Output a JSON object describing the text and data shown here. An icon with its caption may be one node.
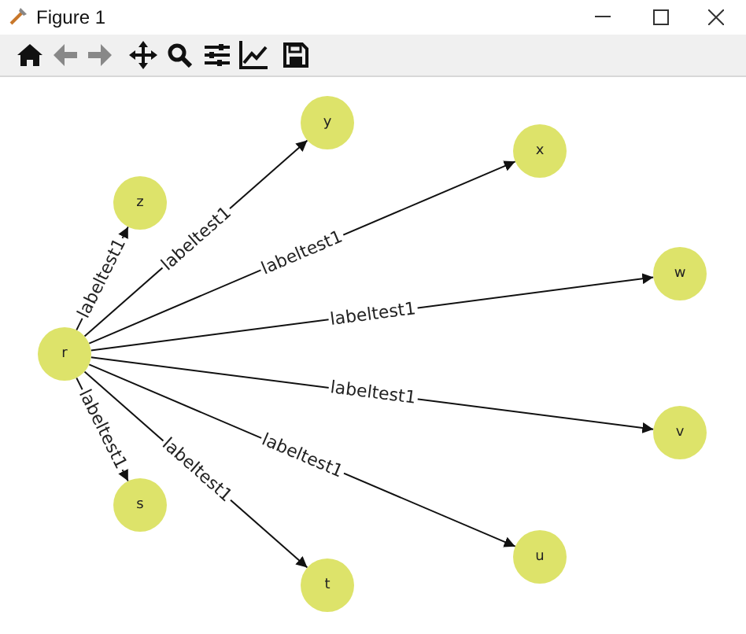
{
  "diagram": {
    "nodes": [
      {
        "text": [
          "r"
        ]
      },
      {
        "text": [
          "z"
        ]
      },
      {
        "text": [
          "y"
        ]
      },
      {
        "text": [
          "x"
        ]
      },
      {
        "text": [
          "w"
        ]
      },
      {
        "text": [
          "v"
        ]
      },
      {
        "text": [
          "u"
        ]
      },
      {
        "text": [
          "t"
        ]
      },
      {
        "text": [
          "s"
        ]
      }
    ],
    "edges": [
      {
        "from": 0,
        "to": 1,
        "arrow": "to",
        "label": "labeltest1"
      },
      {
        "from": 0,
        "to": 2,
        "arrow": "to",
        "label": "labeltest1"
      },
      {
        "from": 0,
        "to": 3,
        "arrow": "to",
        "label": "labeltest1"
      },
      {
        "from": 0,
        "to": 4,
        "arrow": "to",
        "label": "labeltest1"
      },
      {
        "from": 0,
        "to": 5,
        "arrow": "to",
        "label": "labeltest1"
      },
      {
        "from": 0,
        "to": 6,
        "arrow": "to",
        "label": "labeltest1"
      },
      {
        "from": 0,
        "to": 7,
        "arrow": "to",
        "label": "labeltest1"
      },
      {
        "from": 0,
        "to": 8,
        "arrow": "to",
        "label": "labeltest1"
      }
    ],
    "labels": [
      "Figure 1"
    ]
  }
}
